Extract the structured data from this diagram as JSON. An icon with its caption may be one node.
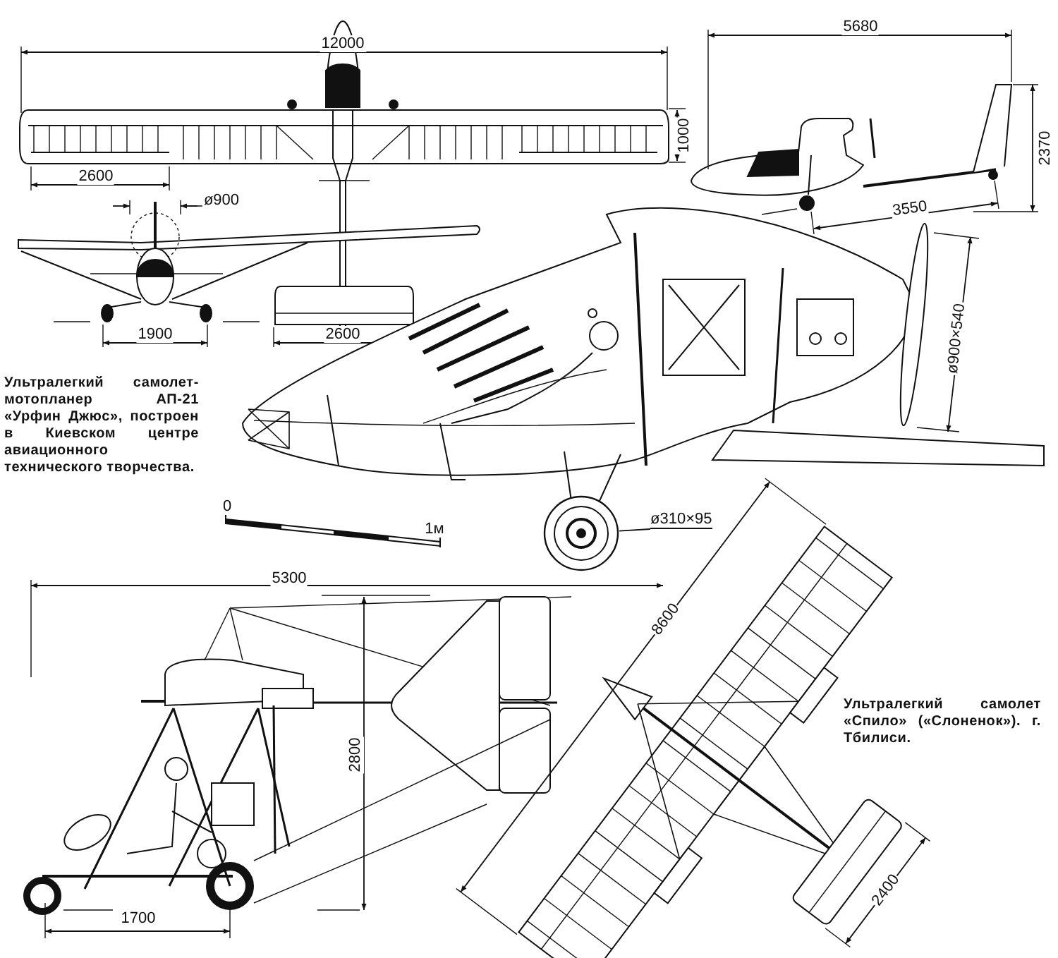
{
  "diagram": {
    "nodes": [
      {
        "text": [
          "ø310×95"
        ]
      },
      {
        "text": [],
        "shape": "circle"
      }
    ],
    "edges": [
      {
        "from": 0,
        "to": 1,
        "arrow": "none"
      }
    ],
    "labels": [
      "12000",
      "5680",
      "1000",
      "2600",
      "ø900",
      "2370",
      "3550",
      "1900",
      "2600",
      "ø900×540",
      "Ультралегкий самолет-мотопланер АП-21 «Урфин Джюс», построен в Киевском центре авиационного технического творчества.",
      "0",
      "1м",
      "5300",
      "8600",
      "2800",
      "1700",
      "2400",
      "Ультралегкий самолет «Спило» («Слоненок»). г. Тбилиси."
    ]
  }
}
